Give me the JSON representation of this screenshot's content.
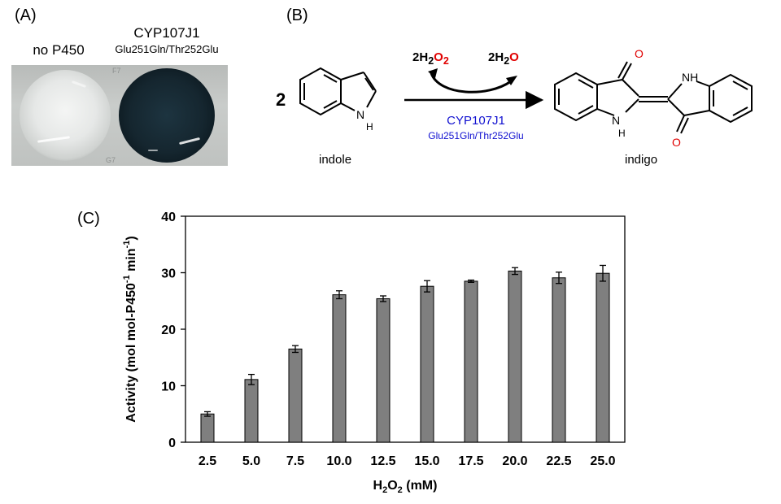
{
  "panelA": {
    "label": "(A)",
    "left_well_label": "no P450",
    "right_well_label": "CYP107J1",
    "right_well_sublabel": "Glu251Gln/Thr252Glu",
    "plate_marks": [
      "F7",
      "G7"
    ]
  },
  "panelB": {
    "label": "(B)",
    "coefficient": "2",
    "reagent_in": {
      "prefix": "2H",
      "sub": "2",
      "suffix": "O",
      "suffix_sub": "2"
    },
    "reagent_out": {
      "prefix": "2H",
      "sub": "2",
      "suffix": "O"
    },
    "enzyme": "CYP107J1",
    "enzyme_mutant": "Glu251Gln/Thr252Glu",
    "substrate_name": "indole",
    "product_name": "indigo",
    "atoms": {
      "N": "N",
      "H": "H",
      "NH": "NH",
      "O": "O"
    }
  },
  "panelC": {
    "label": "(C)",
    "chart_data": {
      "type": "bar",
      "categories": [
        "2.5",
        "5.0",
        "7.5",
        "10.0",
        "12.5",
        "15.0",
        "17.5",
        "20.0",
        "22.5",
        "25.0"
      ],
      "values": [
        5.0,
        11.1,
        16.5,
        26.1,
        25.4,
        27.6,
        28.5,
        30.3,
        29.1,
        29.9
      ],
      "errors": [
        0.4,
        0.9,
        0.6,
        0.7,
        0.5,
        1.0,
        0.2,
        0.6,
        1.0,
        1.4
      ],
      "xlabel": {
        "prefix": "H",
        "sub1": "2",
        "mid": "O",
        "sub2": "2",
        "suffix": " (mM)"
      },
      "ylabel": {
        "main": "Activity (mol mol-P450",
        "sup1": "-1",
        "mid": " min",
        "sup2": "-1",
        "end": ")"
      },
      "ylim": [
        0,
        40
      ],
      "yticks": [
        "0",
        "10",
        "20",
        "30",
        "40"
      ],
      "bar_color": "#7f7f7f",
      "grid": false
    }
  }
}
